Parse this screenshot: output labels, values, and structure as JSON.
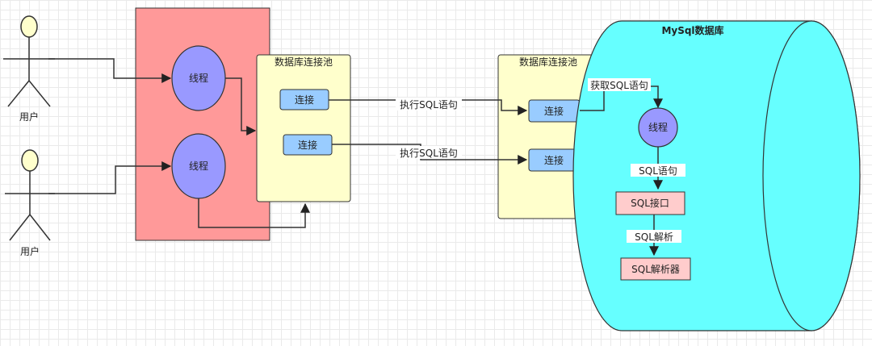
{
  "users": [
    {
      "label": "用户"
    },
    {
      "label": "用户"
    }
  ],
  "threads": [
    {
      "label": "线程"
    },
    {
      "label": "线程"
    }
  ],
  "pool_left": {
    "title": "数据库连接池",
    "connections": [
      "连接",
      "连接"
    ]
  },
  "pool_right": {
    "title": "数据库连接池",
    "connections": [
      "连接",
      "连接"
    ]
  },
  "edges": {
    "exec1": "执行SQL语句",
    "exec2": "执行SQL语句",
    "fetch": "获取SQL语句",
    "sql_stmt": "SQL语句",
    "sql_parse": "SQL解析"
  },
  "mysql": {
    "title": "MySql数据库",
    "thread": "线程",
    "sql_interface": "SQL接口",
    "sql_parser": "SQL解析器"
  },
  "colors": {
    "thread_box": "#ff9999",
    "pool": "#ffffcc",
    "connection": "#99ccff",
    "thread_node": "#9999ff",
    "cylinder": "#66ffff",
    "mysql_box": "#ffcccc",
    "actor_head": "#ffffcc"
  }
}
